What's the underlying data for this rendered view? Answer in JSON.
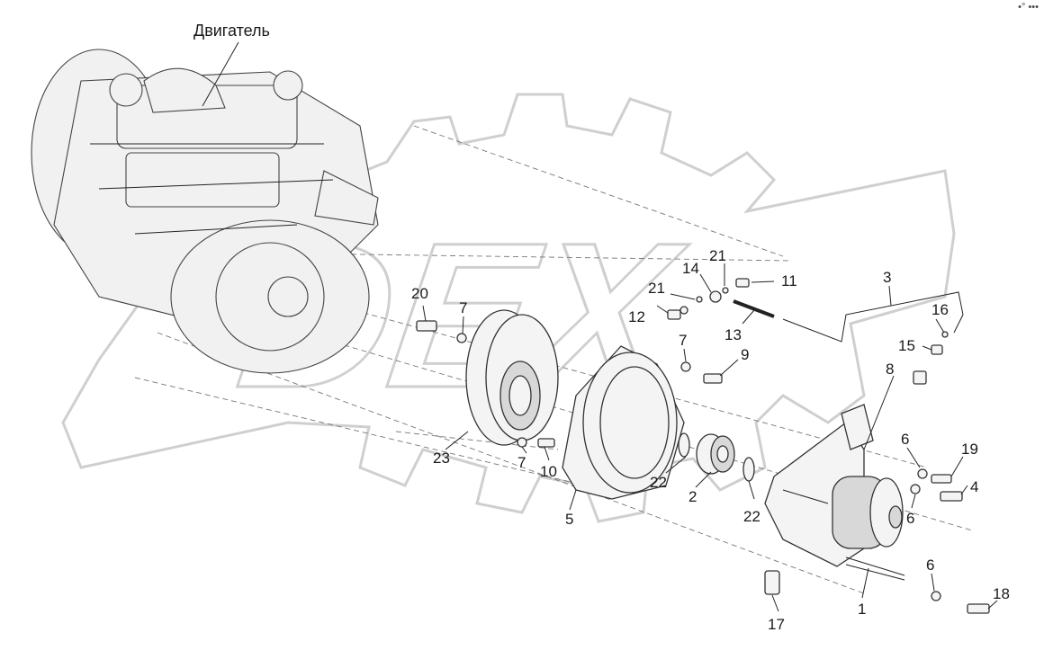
{
  "diagram": {
    "engine_label": "Двигатель",
    "watermark_text": "DEX",
    "menu_text": "•° •••",
    "callouts": {
      "c1": "1",
      "c2": "2",
      "c3": "3",
      "c4": "4",
      "c5": "5",
      "c6a": "6",
      "c6b": "6",
      "c6c": "6",
      "c7a": "7",
      "c7b": "7",
      "c7c": "7",
      "c8": "8",
      "c9": "9",
      "c10": "10",
      "c11": "11",
      "c12": "12",
      "c13": "13",
      "c14": "14",
      "c15": "15",
      "c16": "16",
      "c17": "17",
      "c18": "18",
      "c19": "19",
      "c20": "20",
      "c21a": "21",
      "c21b": "21",
      "c22a": "22",
      "c22b": "22",
      "c23": "23"
    }
  }
}
